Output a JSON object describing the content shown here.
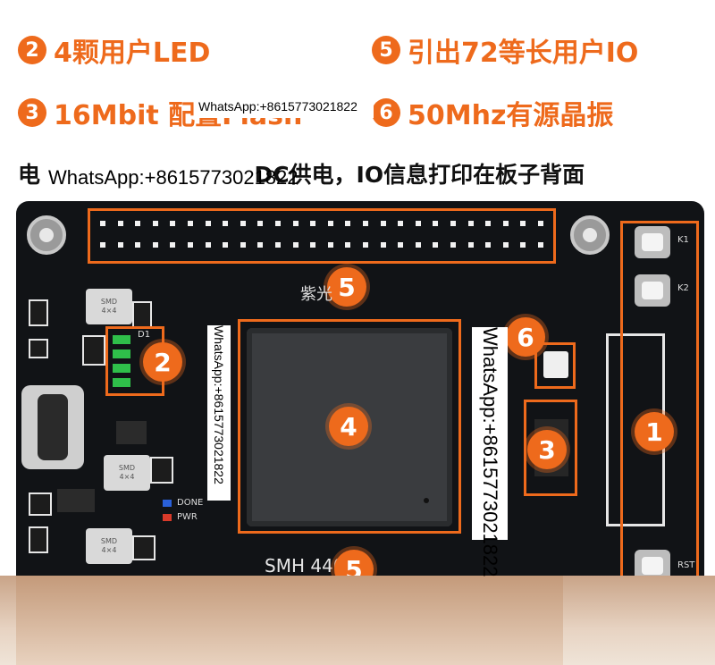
{
  "features": [
    {
      "num": "2",
      "text": "4颗用户LED"
    },
    {
      "num": "5",
      "text": "引出72等长用户IO"
    },
    {
      "num": "3",
      "text": "16Mbit 配置Flash"
    },
    {
      "num": "6",
      "text": "50Mhz有源晶振"
    }
  ],
  "note": {
    "prefix": "电",
    "suffix": "DC供电，IO信息打印在板子背面"
  },
  "watermarks": [
    "WhatsApp:+8615773021822",
    "WhatsApp:+8615773021822",
    "WhatsApp:+8615773021822",
    "WhatsApp:+8615773021822"
  ],
  "board": {
    "badges": [
      "5",
      "2",
      "4",
      "6",
      "3",
      "1",
      "5"
    ],
    "silk": {
      "logo": "紫光",
      "model": "SMH   440B",
      "d1": "D1",
      "done": "DONE",
      "pwr": "PWR",
      "k1": "K1",
      "k2": "K2",
      "rst": "RST",
      "smd": "SMD",
      "smd_size": "4×4"
    }
  },
  "colors": {
    "accent": "#ee6a1c",
    "pcb": "#111316"
  }
}
